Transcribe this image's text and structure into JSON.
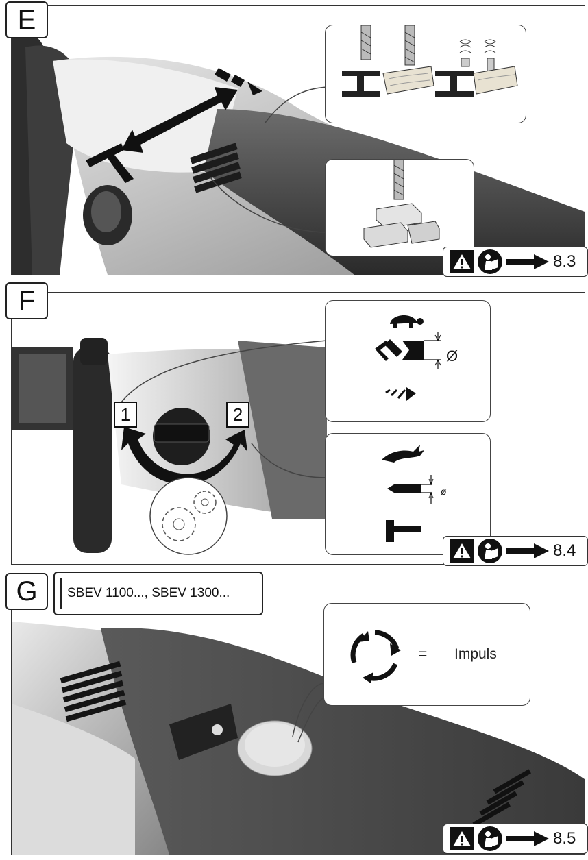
{
  "panels": {
    "e": {
      "letter": "E",
      "ref": "8.3"
    },
    "f": {
      "letter": "F",
      "ref": "8.4",
      "tag1": "1",
      "tag2": "2",
      "diameter_symbol": "Ø",
      "diameter_small": "ø"
    },
    "g": {
      "letter": "G",
      "ref": "8.5",
      "models": "SBEV 1100..., SBEV 1300...",
      "equals": "=",
      "impuls": "Impuls"
    }
  },
  "icons": [
    "warning-icon",
    "read-manual-icon",
    "arrow-right-icon",
    "turtle-icon",
    "hare-icon",
    "hammer-icon",
    "drill-bit-icon",
    "gears-icon",
    "impulse-cycle-icon"
  ]
}
